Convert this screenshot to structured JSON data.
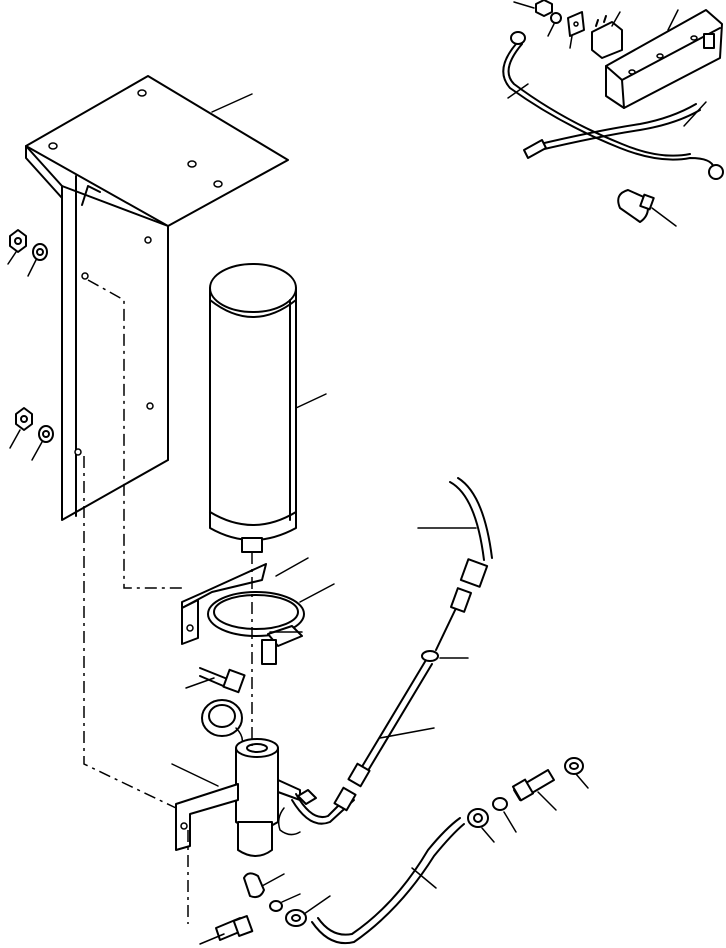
{
  "diagram": {
    "type": "exploded-parts-view",
    "style": "black line art on white",
    "colors": {
      "ink": "#000000",
      "background": "#ffffff"
    },
    "parts": [
      "mounting-bracket",
      "tank-cylinder",
      "hose-clamp",
      "clamp-bracket",
      "clamp-bolt",
      "filler-cap",
      "tank-outlet-fitting",
      "outlet-bracket",
      "bracket-bolt",
      "elbow-fitting",
      "washer",
      "nut",
      "return-hose",
      "fitting-nut",
      "fitting-washer",
      "hose-fitting",
      "hose-fitting-nut",
      "supply-hose",
      "hose-clip",
      "cable-connector-upper",
      "cable-connector-lower",
      "upper-tube",
      "wire-harness",
      "terminal-block",
      "relay",
      "small-plate",
      "top-nut",
      "top-washer",
      "ground-strap",
      "long-wire",
      "indicator-lamp",
      "side-nut-upper",
      "side-washer-upper",
      "side-nut-lower",
      "side-washer-lower"
    ]
  }
}
